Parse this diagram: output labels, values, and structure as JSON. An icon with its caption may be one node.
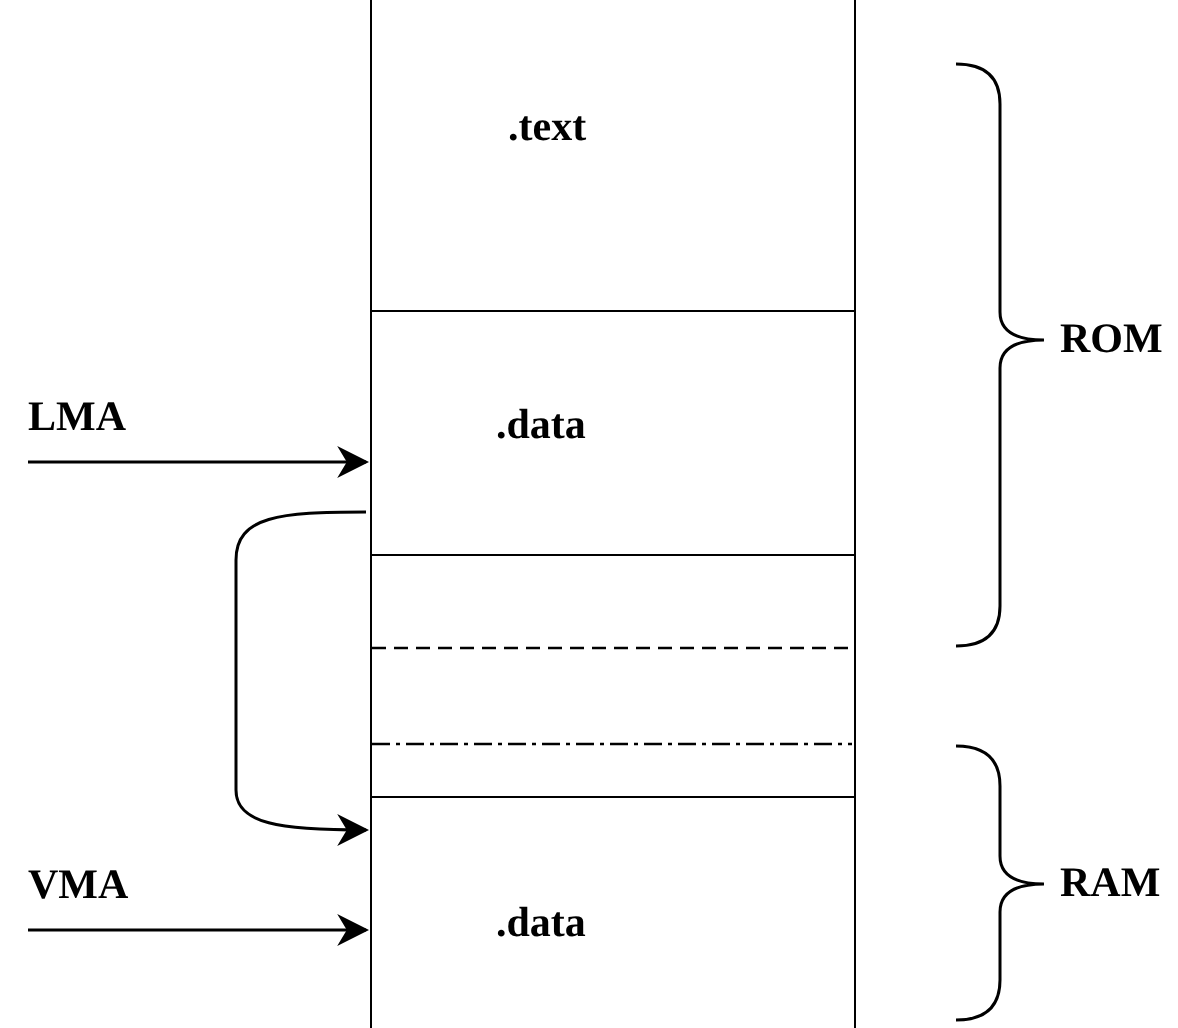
{
  "diagram": {
    "nodes": [
      {
        "text": [
          ".text"
        ]
      },
      {
        "text": [
          "LMA"
        ]
      },
      {
        "text": [
          ".data"
        ]
      },
      {
        "text": [],
        "shape": "box"
      },
      {
        "text": [
          "VMA"
        ]
      },
      {
        "text": [
          ".data"
        ]
      }
    ],
    "edges": [
      {
        "from": 1,
        "to": 2,
        "arrow": "to"
      },
      {
        "from": 2,
        "to": 5,
        "arrow": "to"
      },
      {
        "from": 4,
        "to": 5,
        "arrow": "to"
      }
    ],
    "labels": [
      "ROM",
      "RAM"
    ]
  }
}
